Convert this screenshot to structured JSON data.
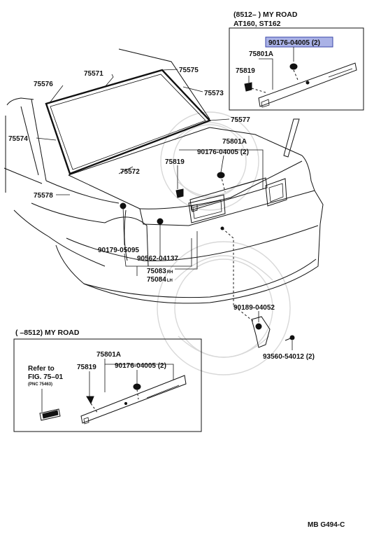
{
  "labels": {
    "inset_top_title_1": "(8512–        ) MY ROAD",
    "inset_top_title_2": "AT160, ST162",
    "highlighted_part": "90176-04005 (2)",
    "inset_top_75801a": "75801A",
    "inset_top_75819": "75819",
    "p75571": "75571",
    "p75575": "75575",
    "p75576": "75576",
    "p75573": "75573",
    "p75574": "75574",
    "p75577": "75577",
    "p75801a": "75801A",
    "p90176_main": "90176-04005 (2)",
    "p75819": "75819",
    "p75572": "75572",
    "p75578": "75578",
    "p90179": "90179-05095",
    "p90562": "90562-04137",
    "p75083": "75083",
    "p75083_suffix": "RH",
    "p75084": "75084",
    "p75084_suffix": "LH",
    "p90189": "90189-04052",
    "p93560": "93560-54012 (2)",
    "inset_bottom_title": "(        –8512) MY ROAD",
    "inset_bottom_75801a": "75801A",
    "inset_bottom_refer_1": "Refer to",
    "inset_bottom_refer_2": "FIG. 75–01",
    "inset_bottom_refer_3": "(PNC 75463)",
    "inset_bottom_75819": "75819",
    "inset_bottom_90176": "90176-04005 (2)",
    "footer_code": "MB G494-C"
  },
  "colors": {
    "highlight_fill": "#aab2e6",
    "highlight_border": "#3a46a8",
    "ink": "#111111"
  }
}
